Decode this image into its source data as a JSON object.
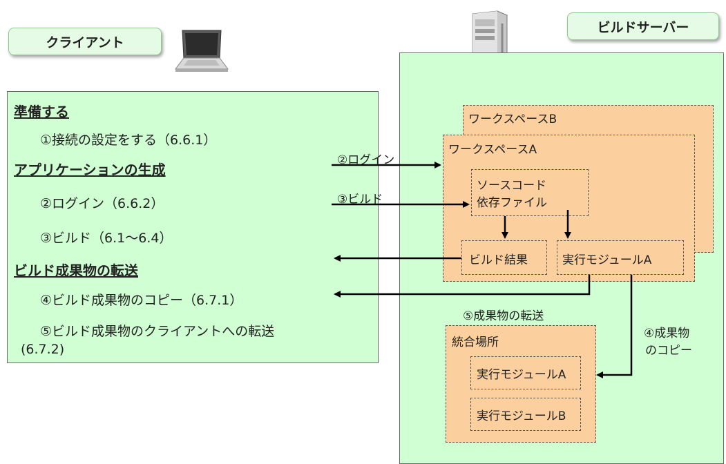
{
  "client": {
    "label": "クライアント",
    "sections": [
      {
        "heading": "準備する",
        "items": [
          "①接続の設定をする（6.6.1）"
        ]
      },
      {
        "heading": "アプリケーションの生成",
        "items": [
          "②ログイン（6.6.2）",
          "③ビルド（6.1～6.4）"
        ]
      },
      {
        "heading": "ビルド成果物の転送",
        "items": [
          "④ビルド成果物のコピー（6.7.1）",
          "⑤ビルド成果物のクライアントへの転送",
          "(6.7.2)"
        ]
      }
    ]
  },
  "server": {
    "label": "ビルドサーバー",
    "workspace_b": "ワークスペースB",
    "workspace_a": "ワークスペースA",
    "source_line1": "ソースコード",
    "source_line2": "依存ファイル",
    "build_result": "ビルド結果",
    "exec_module_a": "実行モジュールA",
    "integration": {
      "title": "統合場所",
      "module_a": "実行モジュールA",
      "module_b": "実行モジュールB"
    }
  },
  "arrows": {
    "login": "②ログイン",
    "build": "③ビルド",
    "transfer": "⑤成果物の転送",
    "copy_line1": "④成果物",
    "copy_line2": "のコピー"
  }
}
